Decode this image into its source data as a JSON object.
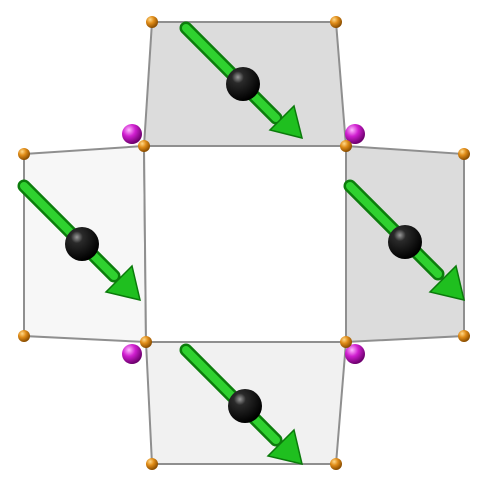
{
  "colors": {
    "background": "#ffffff",
    "panel_edge": "#8f8f8f",
    "panel_fill_dark": "#dcdcdc",
    "panel_fill_light": "#f1f1f1",
    "center_fill": "#ffffff",
    "vertex_orange": "#d98a1a",
    "vertex_magenta": "#d21ccf",
    "arrow_green": "#22c322",
    "sphere_black": "#111111"
  },
  "icons": {
    "vertex": "orange-sphere",
    "joint": "magenta-sphere",
    "moment": "green-arrow",
    "atom": "black-sphere"
  },
  "panels": [
    {
      "id": "top",
      "shade": "dark",
      "arrow": "down-right"
    },
    {
      "id": "left",
      "shade": "light",
      "arrow": "down-right"
    },
    {
      "id": "right",
      "shade": "dark",
      "arrow": "down-right"
    },
    {
      "id": "bottom",
      "shade": "light",
      "arrow": "down-right"
    }
  ]
}
